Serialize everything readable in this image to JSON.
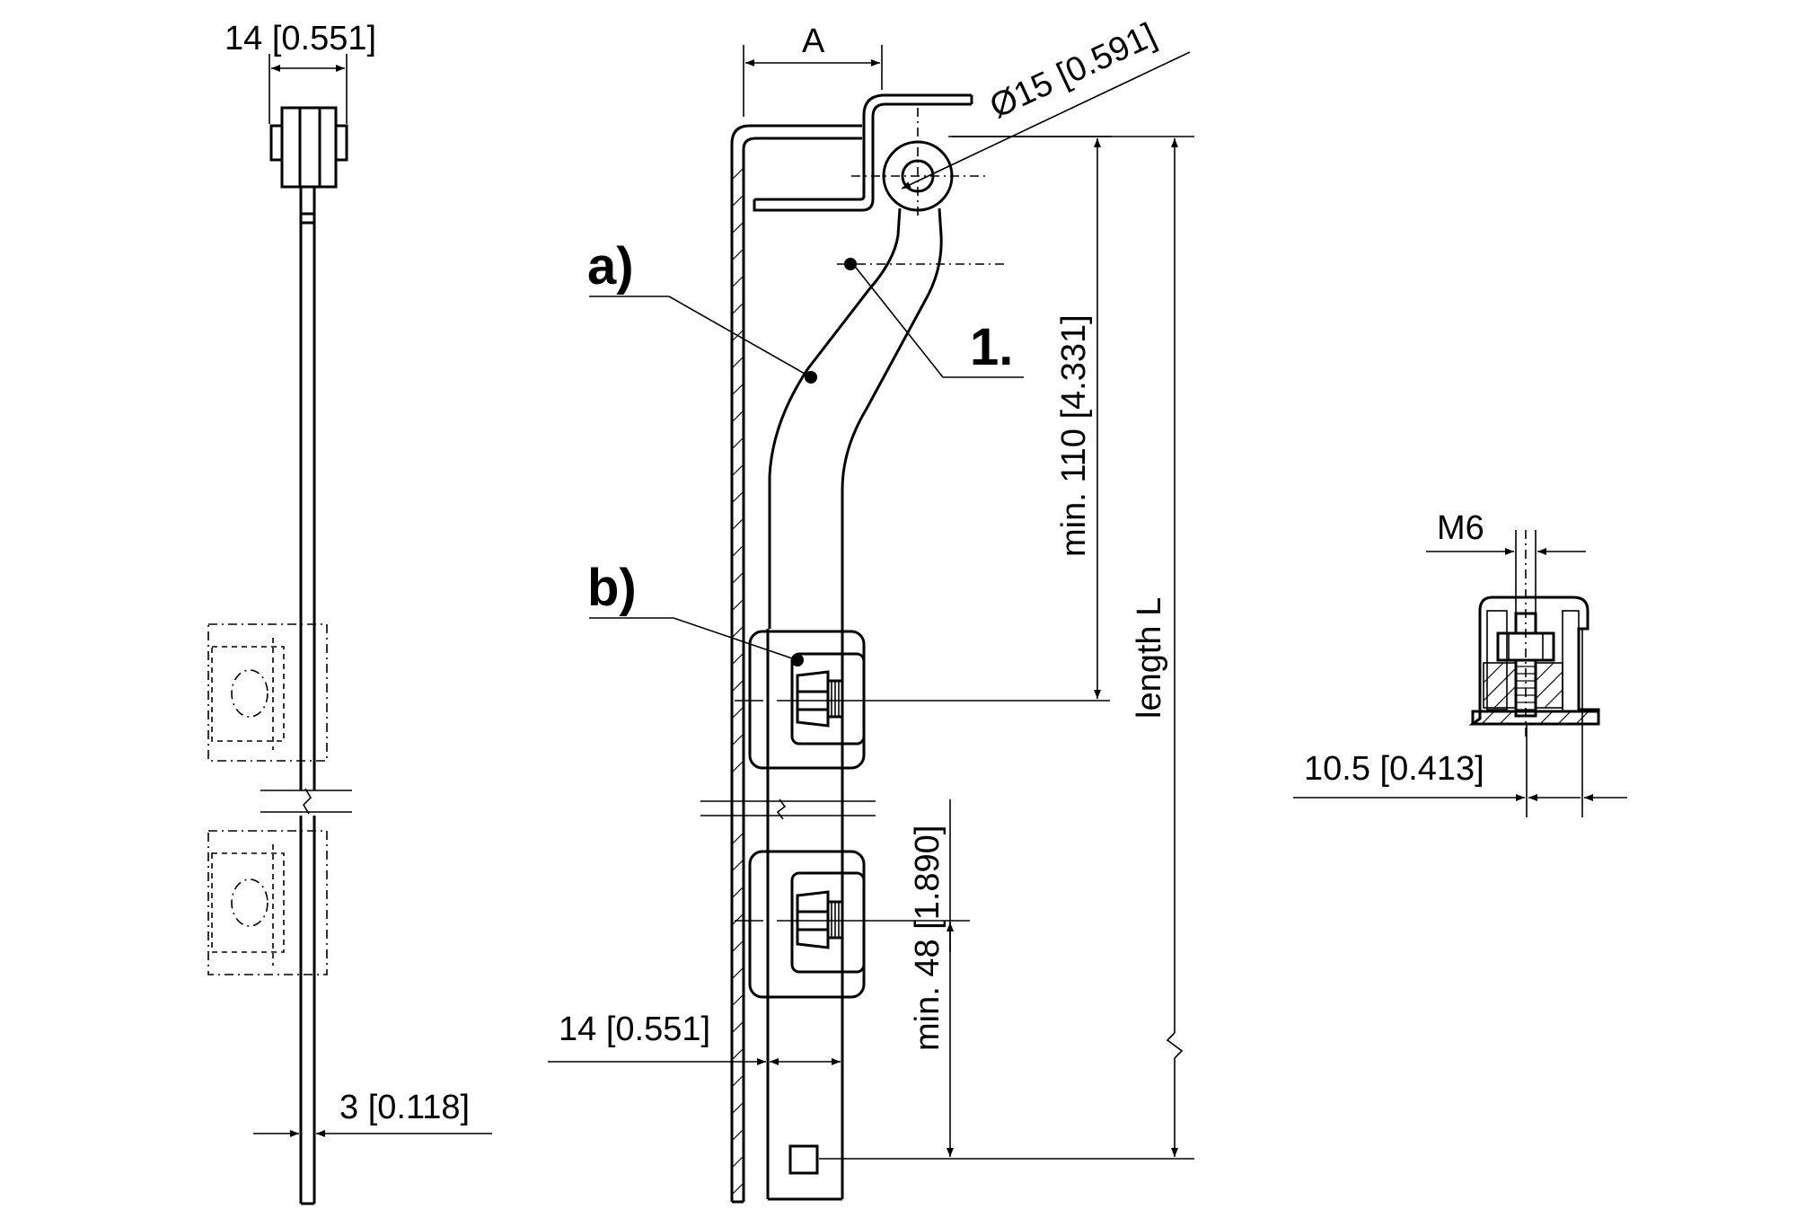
{
  "labels": {
    "side_width": "14 [0.551]",
    "side_thickness": "3 [0.118]",
    "dim_a": "A",
    "diameter": "Ø15 [0.591]",
    "callout_a": "a)",
    "callout_b": "b)",
    "callout_1": "1.",
    "min_110": "min. 110 [4.331]",
    "length_l": "length L",
    "min_48": "min. 48 [1.890]",
    "front_width": "14 [0.551]",
    "thread": "M6",
    "clamp_width": "10.5 [0.413]"
  }
}
